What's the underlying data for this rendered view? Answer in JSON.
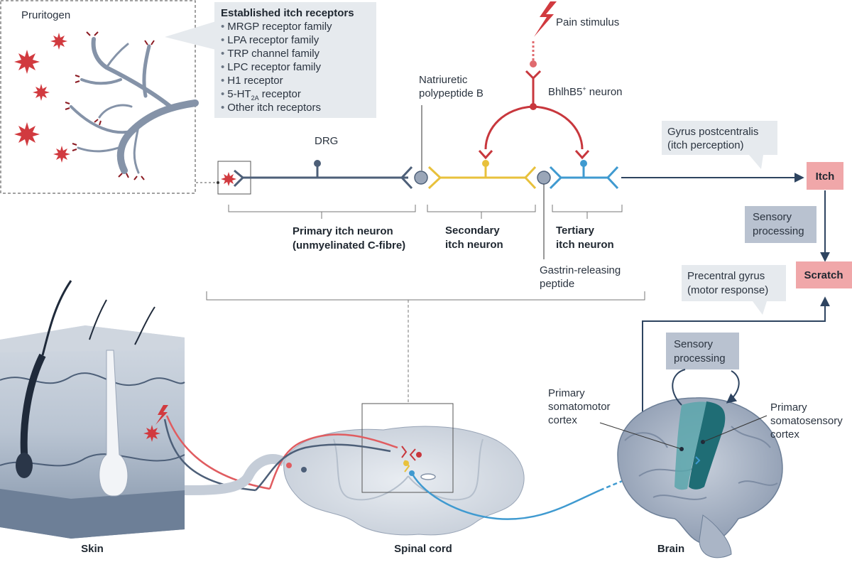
{
  "pruritogen_box": {
    "label": "Pruritogen"
  },
  "receptors": {
    "title": "Established itch receptors",
    "items": [
      "MRGP receptor family",
      "LPA receptor family",
      "TRP channel family",
      "LPC receptor family",
      "H1 receptor",
      "Other itch receptors"
    ],
    "ht_prefix": "5-HT",
    "ht_sub": "2A",
    "ht_suffix": " receptor",
    "bullet": "•"
  },
  "pathway": {
    "pain_stimulus": "Pain stimulus",
    "bhlhb5_label": "BhlhB5",
    "bhlhb5_sup": "+",
    "bhlhb5_suffix": " neuron",
    "natriuretic_line1": "Natriuretic",
    "natriuretic_line2": "polypeptide B",
    "drg": "DRG",
    "gastrin_line1": "Gastrin-releasing",
    "gastrin_line2": "peptide",
    "primary_line1": "Primary itch neuron",
    "primary_line2": "(unmyelinated C-fibre)",
    "secondary_line1": "Secondary",
    "secondary_line2": "itch neuron",
    "tertiary_line1": "Tertiary",
    "tertiary_line2": "itch neuron"
  },
  "right_panel": {
    "gyrus_line1": "Gyrus postcentralis",
    "gyrus_line2": "(itch perception)",
    "itch": "Itch",
    "sensory_line1": "Sensory",
    "sensory_line2": "processing",
    "scratch": "Scratch",
    "precentral_line1": "Precentral gyrus",
    "precentral_line2": "(motor response)"
  },
  "brain_panel": {
    "sensory_line1": "Sensory",
    "sensory_line2": "processing",
    "somatomotor_line1": "Primary",
    "somatomotor_line2": "somatomotor",
    "somatomotor_line3": "cortex",
    "somatosensory_line1": "Primary",
    "somatosensory_line2": "somatosensory",
    "somatosensory_line3": "cortex"
  },
  "captions": {
    "skin": "Skin",
    "spinal_cord": "Spinal cord",
    "brain": "Brain"
  },
  "colors": {
    "primary_neuron": "#4d5f78",
    "secondary_neuron": "#e8c13c",
    "tertiary_neuron": "#3f9ad0",
    "bhlhb5_neuron": "#c8373d",
    "itch_box": "#f0a7a9",
    "label_box_grey": "#e6eaee",
    "label_box_navy": "#b9c2d0",
    "brain_cortex": "#1f6d75"
  }
}
